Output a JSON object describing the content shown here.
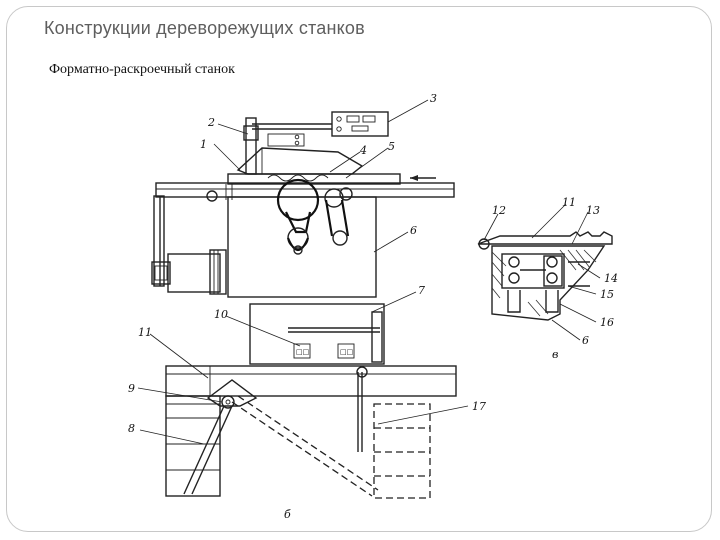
{
  "slide": {
    "title": "Конструкции дереворежущих станков",
    "subtitle": "Форматно-раскроечный станок"
  },
  "callouts": {
    "n1": "1",
    "n2": "2",
    "n3": "3",
    "n4": "4",
    "n5": "5",
    "n6": "6",
    "n7": "7",
    "n8": "8",
    "n9": "9",
    "n10": "10",
    "n11": "11",
    "n11b": "11",
    "n12": "12",
    "n13": "13",
    "n14": "14",
    "n15": "15",
    "n16": "16",
    "n6b": "6",
    "n17": "17"
  },
  "view_labels": {
    "b": "б",
    "v": "в"
  }
}
